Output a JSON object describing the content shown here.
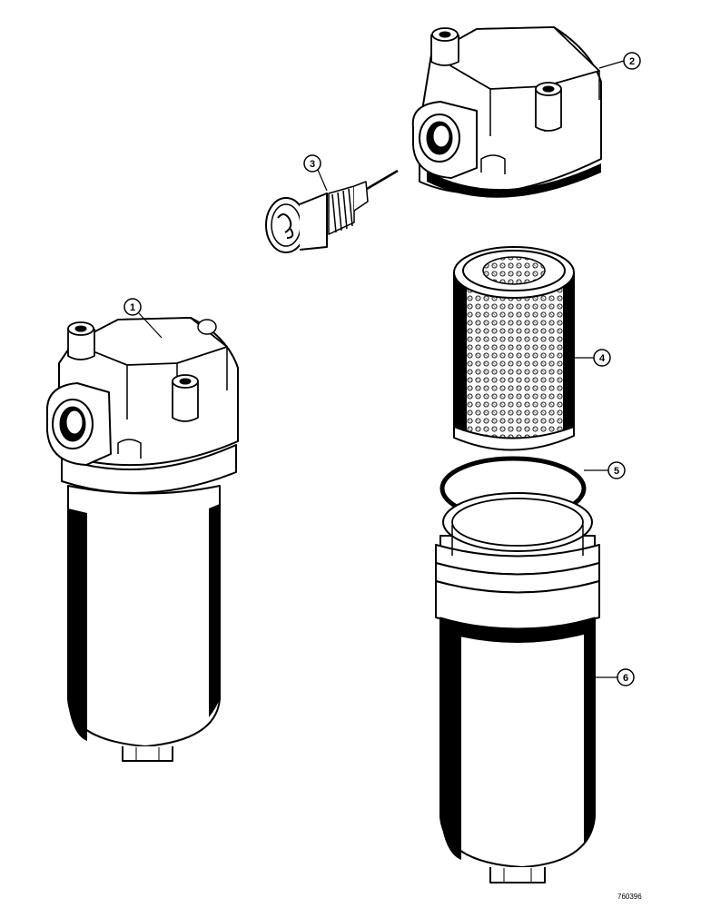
{
  "callouts": [
    {
      "id": "1",
      "label": "1"
    },
    {
      "id": "2",
      "label": "2"
    },
    {
      "id": "3",
      "label": "3"
    },
    {
      "id": "4",
      "label": "4"
    },
    {
      "id": "5",
      "label": "5"
    },
    {
      "id": "6",
      "label": "6"
    }
  ],
  "drawing_number": "760396"
}
